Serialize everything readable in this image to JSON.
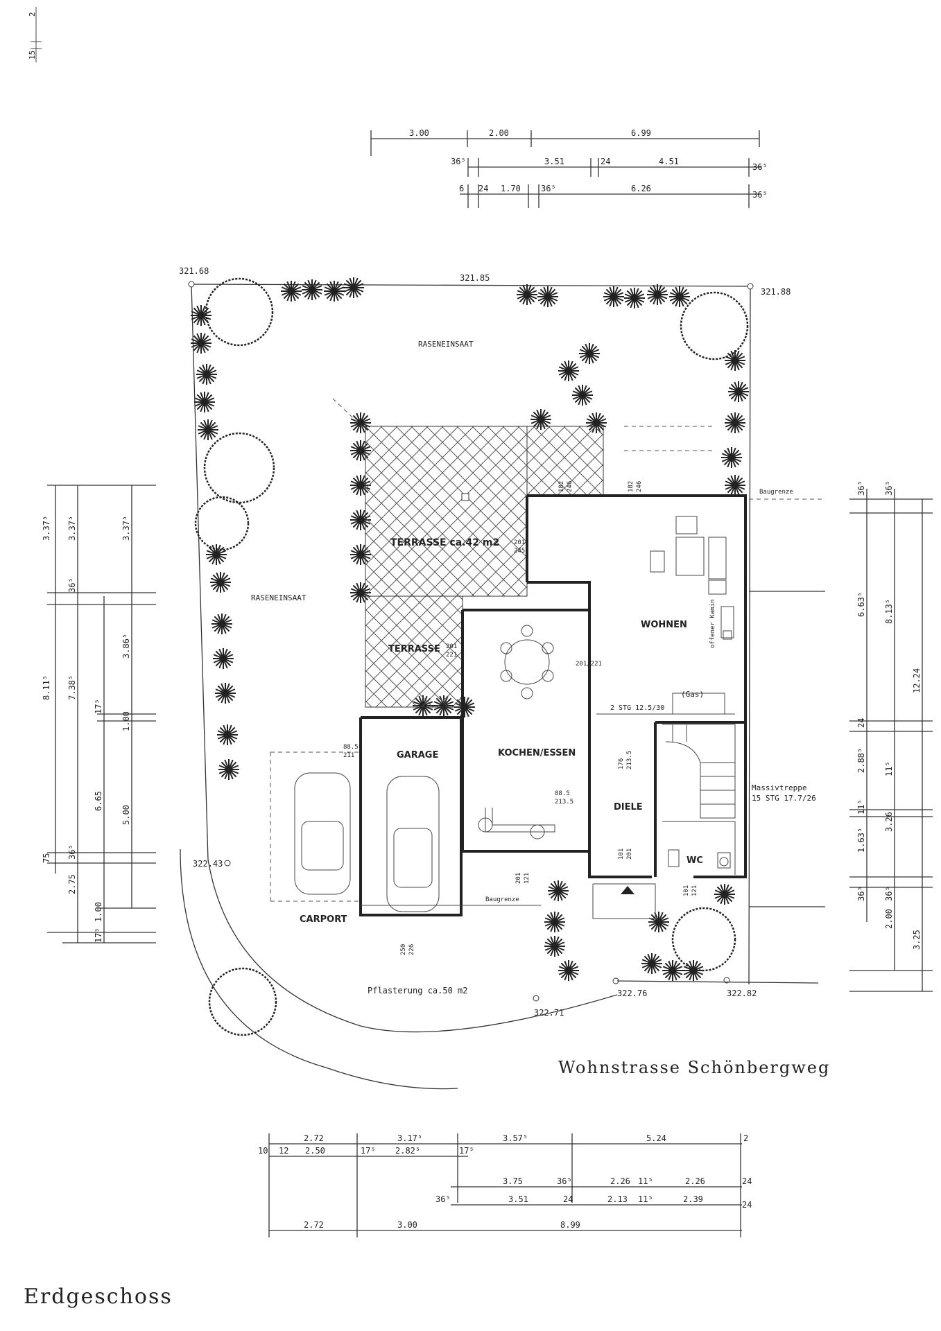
{
  "corner_mark": {
    "a": "2",
    "b": "15"
  },
  "top_dims": {
    "row1": [
      "3.00",
      "2.00",
      "6.99"
    ],
    "row2": [
      "36⁵",
      "3.51",
      "24",
      "4.51",
      "36⁵"
    ],
    "row3": [
      "6",
      "24",
      "1.70",
      "36⁵",
      "6.26",
      "36⁵"
    ]
  },
  "levels": {
    "nw": "321.68",
    "n": "321.85",
    "ne": "321.88",
    "w": "322.43",
    "s1": "322.71",
    "s2": "322.76",
    "se": "322.82"
  },
  "rooms": {
    "lawn_top": "RASENEINSAAT",
    "lawn_left": "RASENEINSAAT",
    "terrace_big": "TERRASSE ca.42 m2",
    "terrace_small": "TERRASSE",
    "living": "WOHNEN",
    "fireplace": "offener Kamin",
    "kitchen": "KOCHEN/ESSEN",
    "hall": "DIELE",
    "wc": "WC",
    "garage": "GARAGE",
    "carport": "CARPORT",
    "paving": "Pflasterung ca.50 m2",
    "stair_note": "2 STG 12.5/30",
    "gas": "(Gas)",
    "stair": "Massivtreppe",
    "stair_spec": "15 STG 17.7/26",
    "boundary_1": "Baugrenze",
    "boundary_2": "Baugrenze"
  },
  "openings": {
    "o1": "182",
    "o1b": "246",
    "o2": "182",
    "o2b": "246",
    "o3": "201",
    "o3b": "245",
    "o4": "201",
    "o4b": "221",
    "o5": "201/221",
    "o6": "88.5",
    "o6b": "211",
    "o7": "88.5",
    "o7b": "213.5",
    "o8": "176",
    "o8b": "213.5",
    "o9": "101",
    "o9b": "201",
    "o10": "101",
    "o10b": "121",
    "o11": "201",
    "o11b": "121",
    "o12": "250",
    "o12b": "226"
  },
  "left_dims": [
    "3.37⁵",
    "3.37⁵",
    "3.37⁵",
    "36⁵",
    "3.86⁵",
    "8.11⁵",
    "7.38⁵",
    "17⁵",
    "1.00",
    "6.65",
    "5.00",
    "75",
    "36⁵",
    "2.75",
    "1.00",
    "17⁵"
  ],
  "right_dims": [
    "36⁵",
    "36⁵",
    "6.63⁵",
    "8.13⁵",
    "12.24",
    "24",
    "2.88⁵",
    "11⁵",
    "3.26",
    "11⁵",
    "1.63⁵",
    "36⁵",
    "36⁵",
    "2.00",
    "3.25"
  ],
  "bottom_dims": {
    "row1": [
      "2.72",
      "3.17⁵",
      "3.57⁵",
      "5.24",
      "2"
    ],
    "row2": [
      "10",
      "12",
      "2.50",
      "17⁵",
      "2.82⁵",
      "17⁵"
    ],
    "row3": [
      "3.75",
      "36⁵",
      "2.26",
      "11⁵",
      "2.26",
      "24"
    ],
    "row4": [
      "36⁵",
      "3.51",
      "24",
      "2.13",
      "11⁵",
      "2.39",
      "24"
    ],
    "row5": [
      "2.72",
      "3.00",
      "8.99"
    ]
  },
  "street": "Wohnstrasse Schönbergweg",
  "floor": "Erdgeschoss"
}
